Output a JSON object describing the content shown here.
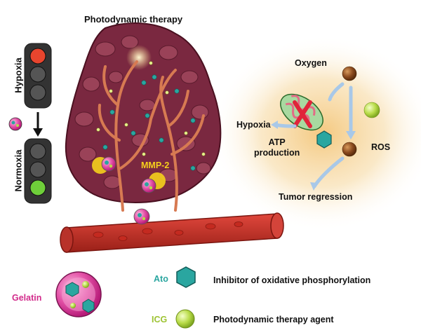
{
  "diagram": {
    "title": "Photodynamic therapy",
    "left_panel": {
      "top_label": "Hypoxia",
      "bottom_label": "Normoxia"
    },
    "tumor": {
      "enzyme_label": "MMP-2"
    },
    "mechanism": {
      "oxygen": "Oxygen",
      "hypoxia": "Hypoxia",
      "atp_line1": "ATP",
      "atp_line2": "production",
      "ros": "ROS",
      "regression": "Tumor regression"
    },
    "legend": {
      "carrier": "Gelatin",
      "drug1_name": "Ato",
      "drug1_desc": "Inhibitor of oxidative phosphorylation",
      "drug2_name": "ICG",
      "drug2_desc": "Photodynamic therapy agent"
    },
    "colors": {
      "tumor": "#7a2840",
      "vessel": "#c8352c",
      "ato": "#2aa6a0",
      "icg": "#b8db48",
      "gelatin": "#d22b8b",
      "oxygen": "#8a4a1e",
      "arrow": "#a8c8e8",
      "inhibit": "#e0243a"
    }
  }
}
